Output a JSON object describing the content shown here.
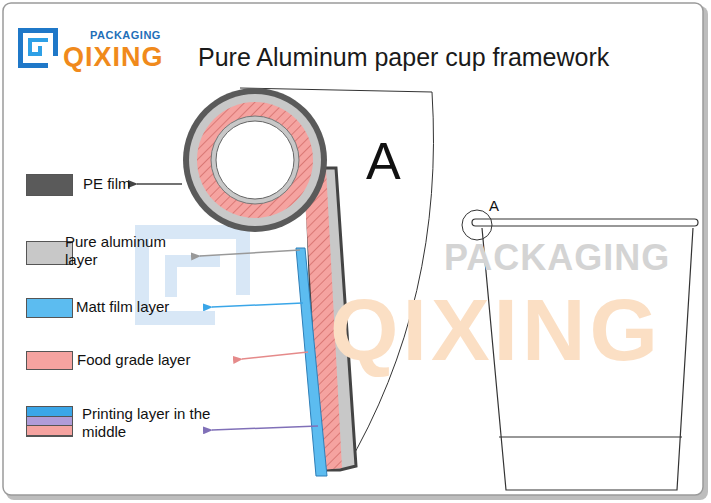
{
  "diagram": {
    "title": "Pure Aluminum paper cup framework",
    "labels": [
      "PACKAGING",
      "QIXING",
      "A",
      "A",
      "PACKAGING",
      "QIXING"
    ],
    "legend": [
      {
        "text": "PE film",
        "color": "#5a5a5a"
      },
      {
        "text": "Pure aluminum layer",
        "color": "#c8c8c8"
      },
      {
        "text": "Matt film layer",
        "color": "#5cbcf0"
      },
      {
        "text": "Food grade layer",
        "color": "#f5a3a0"
      },
      {
        "text": "Printing layer in the middle"
      }
    ]
  }
}
